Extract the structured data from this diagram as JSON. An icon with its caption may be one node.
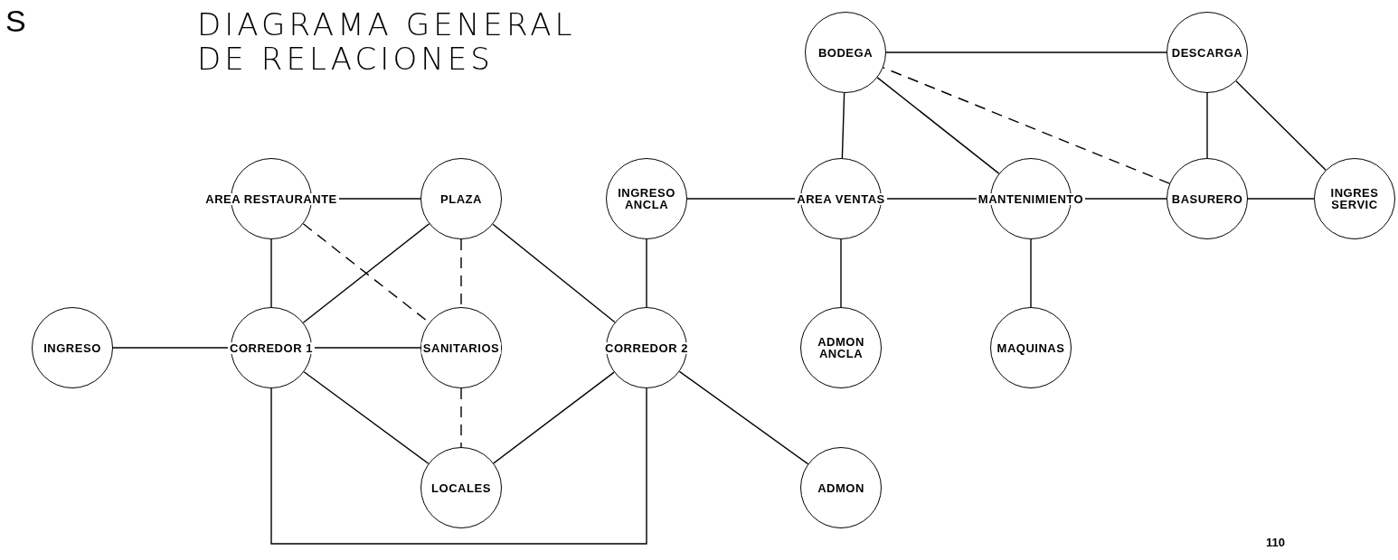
{
  "diagram": {
    "title": "DIAGRAMA GENERAL DE RELACIONES",
    "nodes": [
      {
        "text": [
          "AREA RESTAURANTE"
        ]
      },
      {
        "text": [
          "PLAZA"
        ]
      },
      {
        "text": [
          "INGRESO ANCLA"
        ]
      },
      {
        "text": [
          "AREA VENTAS"
        ]
      },
      {
        "text": [
          "MANTENIMIENTO"
        ]
      },
      {
        "text": [
          "BASURERO"
        ]
      },
      {
        "text": [
          "INGRES SERVIC"
        ]
      },
      {
        "text": [
          "BODEGA"
        ]
      },
      {
        "text": [
          "DESCARGA"
        ]
      },
      {
        "text": [
          "INGRESO"
        ]
      },
      {
        "text": [
          "CORREDOR 1"
        ]
      },
      {
        "text": [
          "SANITARIOS"
        ]
      },
      {
        "text": [
          "CORREDOR 2"
        ]
      },
      {
        "text": [
          "ADMON ANCLA"
        ]
      },
      {
        "text": [
          "MAQUINAS"
        ]
      },
      {
        "text": [
          "LOCALES"
        ]
      },
      {
        "text": [
          "ADMON"
        ]
      }
    ],
    "edges": [
      {
        "from": 0,
        "to": 1,
        "arrow": "none"
      },
      {
        "from": 0,
        "to": 10,
        "arrow": "none"
      },
      {
        "from": 0,
        "to": 11,
        "arrow": "none",
        "style": "dashed"
      },
      {
        "from": 1,
        "to": 10,
        "arrow": "none"
      },
      {
        "from": 1,
        "to": 11,
        "arrow": "none",
        "style": "dashed"
      },
      {
        "from": 1,
        "to": 12,
        "arrow": "none"
      },
      {
        "from": 2,
        "to": 3,
        "arrow": "none"
      },
      {
        "from": 2,
        "to": 12,
        "arrow": "none"
      },
      {
        "from": 3,
        "to": 4,
        "arrow": "none"
      },
      {
        "from": 3,
        "to": 7,
        "arrow": "none"
      },
      {
        "from": 3,
        "to": 13,
        "arrow": "none"
      },
      {
        "from": 4,
        "to": 5,
        "arrow": "none"
      },
      {
        "from": 4,
        "to": 7,
        "arrow": "none"
      },
      {
        "from": 4,
        "to": 14,
        "arrow": "none"
      },
      {
        "from": 5,
        "to": 6,
        "arrow": "none"
      },
      {
        "from": 5,
        "to": 7,
        "arrow": "none",
        "style": "dashed"
      },
      {
        "from": 5,
        "to": 8,
        "arrow": "none"
      },
      {
        "from": 6,
        "to": 8,
        "arrow": "none"
      },
      {
        "from": 7,
        "to": 8,
        "arrow": "none"
      },
      {
        "from": 9,
        "to": 10,
        "arrow": "none"
      },
      {
        "from": 10,
        "to": 11,
        "arrow": "none"
      },
      {
        "from": 10,
        "to": 15,
        "arrow": "none"
      },
      {
        "from": 11,
        "to": 15,
        "arrow": "none",
        "style": "dashed"
      },
      {
        "from": 12,
        "to": 15,
        "arrow": "none"
      },
      {
        "from": 12,
        "to": 16,
        "arrow": "none"
      },
      {
        "from": 10,
        "to": 12,
        "arrow": "none"
      }
    ],
    "labels": [
      "S",
      "110"
    ]
  }
}
